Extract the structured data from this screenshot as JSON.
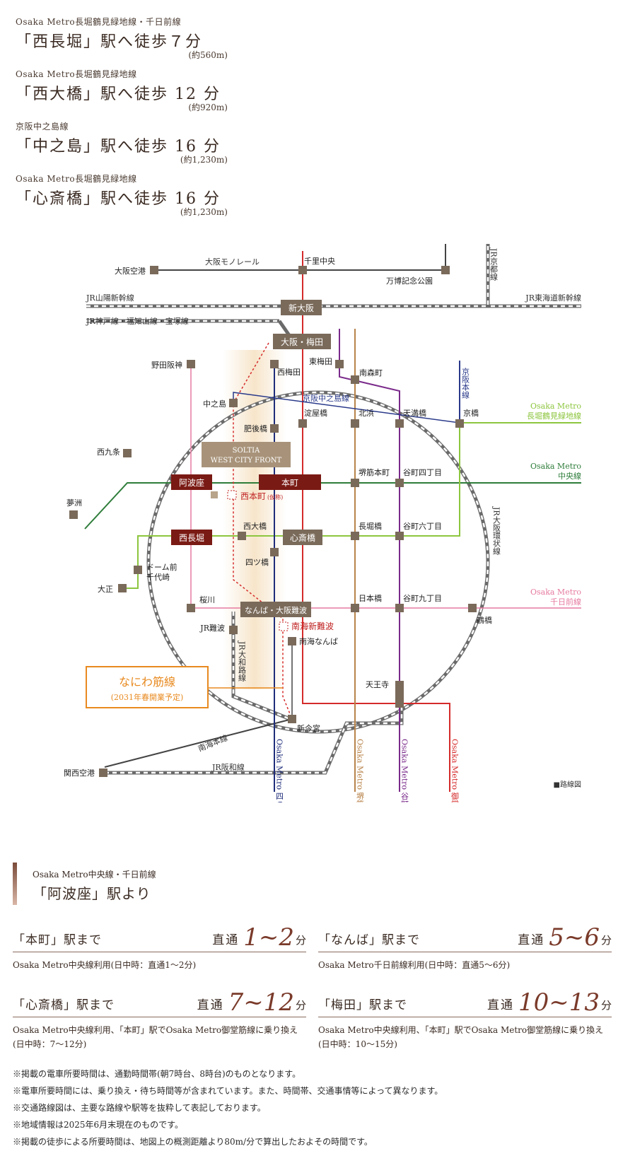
{
  "walk_items": [
    {
      "line": "Osaka Metro長堀鶴見緑地線・千日前線",
      "main": "「西長堀」駅へ徒歩７分",
      "dist": "(約560m)"
    },
    {
      "line": "Osaka Metro長堀鶴見緑地線",
      "main": "「西大橋」駅へ徒歩 12 分",
      "dist": "(約920m)"
    },
    {
      "line": "京阪中之島線",
      "main": "「中之島」駅へ徒歩 16 分",
      "dist": "(約1,230m)"
    },
    {
      "line": "Osaka Metro長堀鶴見緑地線",
      "main": "「心斎橋」駅へ徒歩 16 分",
      "dist": "(約1,230m)"
    }
  ],
  "map": {
    "stations": {
      "osaka_kuko": "大阪空港",
      "senri_chuo": "千里中央",
      "banpaku": "万博記念公園",
      "shin_osaka": "新大阪",
      "umeda": "大阪・梅田",
      "noda_hanshin": "野田阪神",
      "nishi_umeda": "西梅田",
      "higashi_umeda": "東梅田",
      "minami_morimachi": "南森町",
      "nakanoshima": "中之島",
      "yodoyabashi": "淀屋橋",
      "kitahama": "北浜",
      "tenmabashi": "天満橋",
      "kyobashi": "京橋",
      "higobashi": "肥後橋",
      "nishikujo": "西九条",
      "awaza": "阿波座",
      "honmachi": "本町",
      "sakaisuji_honmachi": "堺筋本町",
      "tanimachi_4": "谷町四丁目",
      "nishi_honmachi": "西本町",
      "kasho": "(仮称)",
      "yumeshima": "夢洲",
      "nishi_nagahori": "西長堀",
      "nishi_ohashi": "西大橋",
      "shinsaibashi": "心斎橋",
      "nagahoribashi": "長堀橋",
      "tanimachi_6": "谷町六丁目",
      "dome_mae": "ドーム前",
      "chiyozaki": "千代崎",
      "yotsubashi": "四ツ橋",
      "taisho": "大正",
      "sakuragawa": "桜川",
      "namba": "なんば・大阪難波",
      "nipponbashi": "日本橋",
      "tanimachi_9": "谷町九丁目",
      "tsuruhashi": "鶴橋",
      "jr_namba": "JR難波",
      "nankai_shin_namba": "南海新難波",
      "nankai_namba": "南海なんば",
      "tennoji": "天王寺",
      "shin_imamiya": "新今宮",
      "kansai_kuko": "関西空港"
    },
    "lines": {
      "monorail": "大阪モノレール",
      "jr_sanyo": "JR山陽新幹線",
      "jr_kobe": "JR神戸線・福知山線・宝塚線",
      "jr_tokaido": "JR東海道新幹線",
      "jr_kyoto": "JR京都線",
      "keihan_honsen": "京阪本線",
      "keihan_nakanoshima": "京阪中之島線",
      "nagahori_1": "Osaka Metro",
      "nagahori_2": "長堀鶴見緑地線",
      "chuo_1": "Osaka Metro",
      "chuo_2": "中央線",
      "loop": "JR大阪環状線",
      "sennichimae_1": "Osaka Metro",
      "sennichimae_2": "千日前線",
      "yamatoji": "JR大和路線",
      "nankai": "南海本線",
      "jr_hanwa": "JR阪和線",
      "yotsubashi_line": "Osaka Metro 四つ橋線",
      "sakaisuji_line": "Osaka Metro 堺筋線",
      "tanimachi_line": "Osaka Metro 谷町線",
      "midosuji_line": "Osaka Metro 御堂筋線"
    },
    "property": [
      "SOLTIA",
      "WEST CITY FRONT"
    ],
    "naniwasuji": "なにわ筋線",
    "naniwasuji_sub": "(2031年春開業予定)",
    "legend": "■路線図",
    "colors": {
      "midosuji": "#d52b2b",
      "sennichimae": "#e67aa0",
      "chuo": "#2e7d3a",
      "nagahori": "#8dc63f",
      "yotsubashi": "#1f2d7a",
      "sakaisuji": "#b8834a",
      "tanimachi": "#7a2a8a",
      "keihan": "#2a3a8a",
      "naniwa": "#e88a20"
    }
  },
  "access": {
    "line": "Osaka Metro中央線・千日前線",
    "title": "「阿波座」駅より",
    "items": [
      {
        "dest": "「本町」駅まで",
        "pre": "直通",
        "time": "1~2",
        "suf": "分",
        "note": "Osaka Metro中央線利用(日中時：直通1～2分)"
      },
      {
        "dest": "「なんば」駅まで",
        "pre": "直通",
        "time": "5~6",
        "suf": "分",
        "note": "Osaka Metro千日前線利用(日中時：直通5～6分)"
      },
      {
        "dest": "「心斎橋」駅まで",
        "pre": "直通",
        "time": "7~12",
        "suf": "分",
        "note": "Osaka Metro中央線利用、「本町」駅でOsaka Metro御堂筋線に乗り換え(日中時：7～12分)"
      },
      {
        "dest": "「梅田」駅まで",
        "pre": "直通",
        "time": "10~13",
        "suf": "分",
        "note": "Osaka Metro中央線利用、「本町」駅でOsaka Metro御堂筋線に乗り換え(日中時：10～15分)"
      }
    ]
  },
  "notes": [
    "※掲載の電車所要時間は、通勤時間帯(朝7時台、8時台)のものとなります。",
    "※電車所要時間には、乗り換え・待ち時間等が含まれています。また、時間帯、交通事情等によって異なります。",
    "※交通路線図は、主要な路線や駅等を抜粋して表記しております。",
    "※地域情報は2025年6月末現在のものです。",
    "※掲載の徒歩による所要時間は、地図上の概測距離より80m/分で算出したおよその時間です。"
  ]
}
